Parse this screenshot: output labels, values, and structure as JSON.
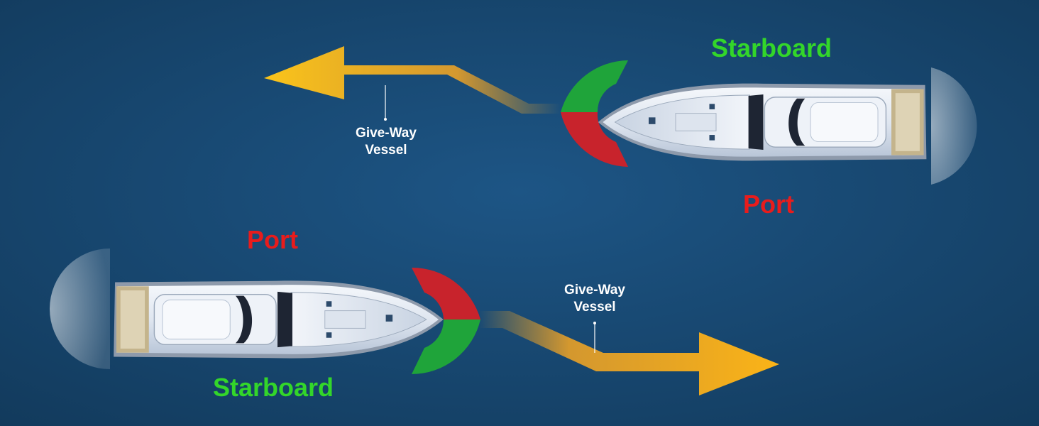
{
  "colors": {
    "water": "#17466d",
    "starboard": "#33d62a",
    "port": "#e81c1c",
    "arrow": "#f7b81a",
    "text": "#ffffff"
  },
  "top_vessel": {
    "heading": "left",
    "starboard_label": "Starboard",
    "port_label": "Port",
    "give_way_label_line1": "Give-Way",
    "give_way_label_line2": "Vessel",
    "turn": "starboard"
  },
  "bottom_vessel": {
    "heading": "right",
    "starboard_label": "Starboard",
    "port_label": "Port",
    "give_way_label_line1": "Give-Way",
    "give_way_label_line2": "Vessel",
    "turn": "starboard"
  }
}
